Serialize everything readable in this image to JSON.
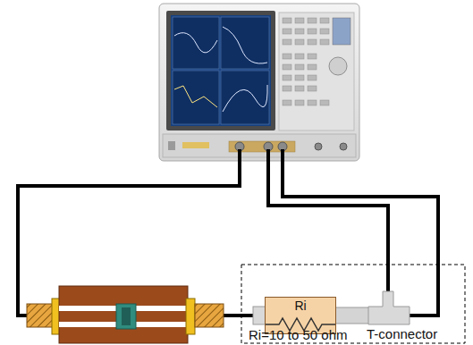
{
  "diagram": {
    "nodes": [
      {
        "text": [
          "Ri"
        ]
      },
      {
        "text": [
          "T-connector"
        ]
      }
    ],
    "edges": [
      {
        "from": 0,
        "to": 1,
        "arrow": "none"
      }
    ],
    "labels": [
      "Ri=10 to 50 ohm"
    ]
  }
}
